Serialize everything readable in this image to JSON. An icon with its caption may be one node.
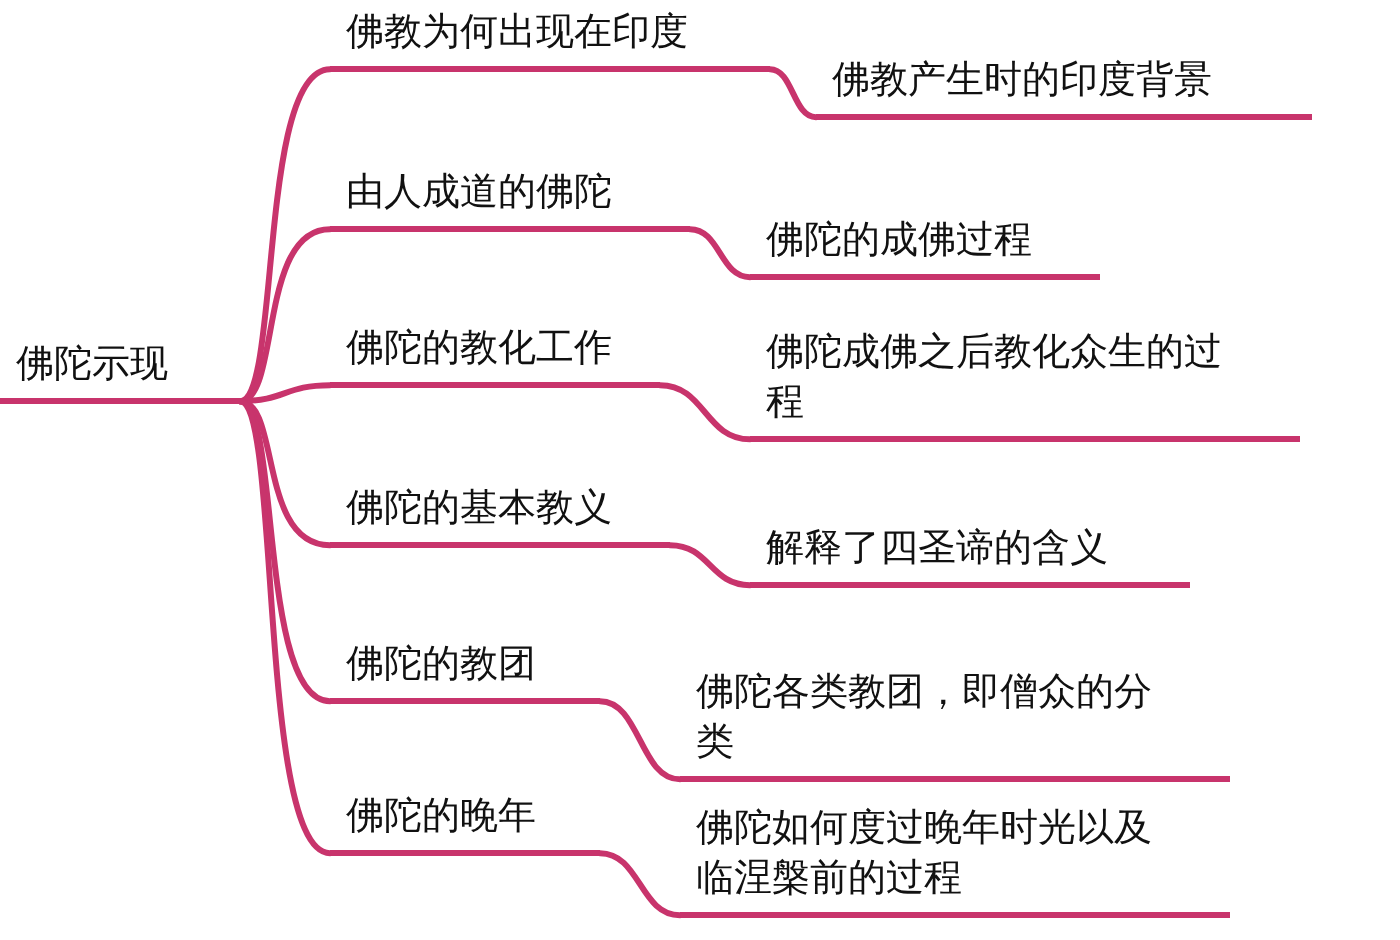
{
  "diagram": {
    "nodes": [
      {
        "text": [
          "佛陀示现"
        ]
      },
      {
        "text": [
          "佛教为何出现在印度"
        ]
      },
      {
        "text": [
          "由人成道的佛陀"
        ]
      },
      {
        "text": [
          "佛陀的教化工作"
        ]
      },
      {
        "text": [
          "佛陀的基本教义"
        ]
      },
      {
        "text": [
          "佛陀的教团"
        ]
      },
      {
        "text": [
          "佛陀的晚年"
        ]
      },
      {
        "text": [
          "佛教产生时的印度背景"
        ]
      },
      {
        "text": [
          "佛陀的成佛过程"
        ]
      },
      {
        "text": [
          "佛陀成佛之后教化众生的过程"
        ]
      },
      {
        "text": [
          "解释了四圣谛的含义"
        ]
      },
      {
        "text": [
          "佛陀各类教团，即僧众的分类"
        ]
      },
      {
        "text": [
          "佛陀如何度过晚年时光以及临涅槃前的过程"
        ]
      }
    ],
    "edges": [
      {
        "from": 0,
        "to": 1,
        "arrow": "none"
      },
      {
        "from": 0,
        "to": 2,
        "arrow": "none"
      },
      {
        "from": 0,
        "to": 3,
        "arrow": "none"
      },
      {
        "from": 0,
        "to": 4,
        "arrow": "none"
      },
      {
        "from": 0,
        "to": 5,
        "arrow": "none"
      },
      {
        "from": 0,
        "to": 6,
        "arrow": "none"
      },
      {
        "from": 1,
        "to": 7,
        "arrow": "none"
      },
      {
        "from": 2,
        "to": 8,
        "arrow": "none"
      },
      {
        "from": 3,
        "to": 9,
        "arrow": "none"
      },
      {
        "from": 4,
        "to": 10,
        "arrow": "none"
      },
      {
        "from": 5,
        "to": 11,
        "arrow": "none"
      },
      {
        "from": 6,
        "to": 12,
        "arrow": "none"
      }
    ]
  }
}
